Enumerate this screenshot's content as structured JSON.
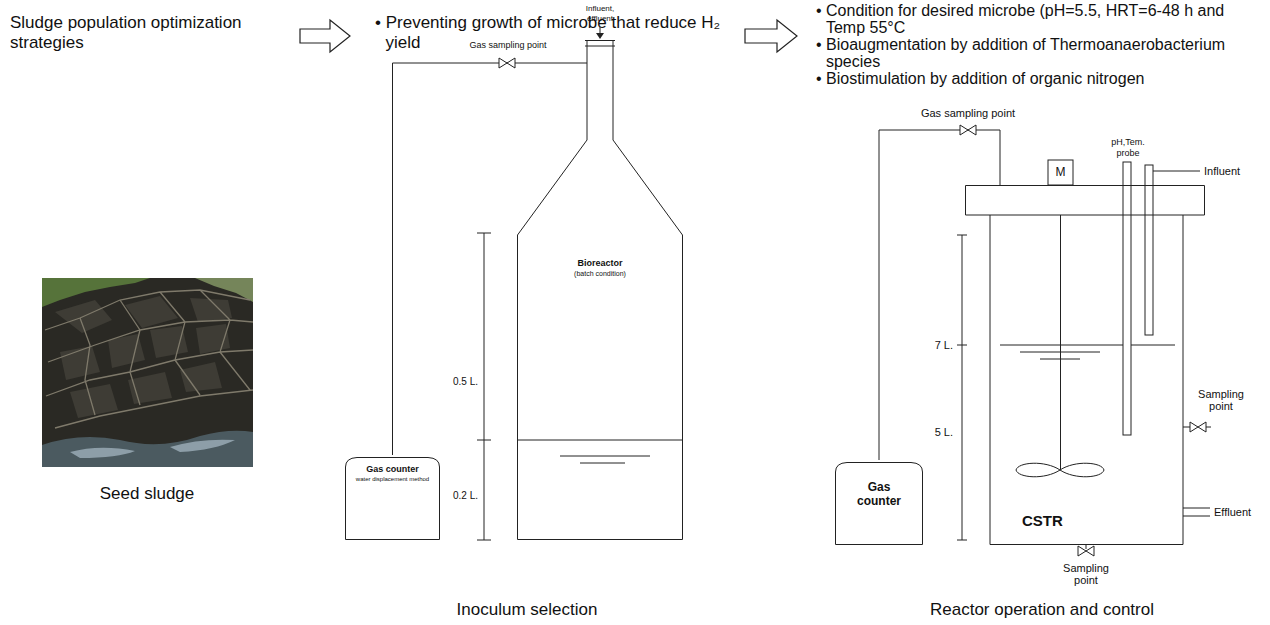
{
  "diagram": {
    "nodes": [
      {
        "text": [
          "Gas counter",
          "water displacement method"
        ]
      },
      {
        "text": [
          "Bioreactor",
          "(batch condition)"
        ]
      },
      {
        "text": [
          "Gas counter"
        ]
      },
      {
        "text": [
          "CSTR"
        ]
      }
    ],
    "edges": [
      {
        "from": 1,
        "to": 0,
        "arrow": "none"
      },
      {
        "from": 3,
        "to": 2,
        "arrow": "none"
      }
    ],
    "labels": [
      "Sludge population optimization strategies",
      "• Preventing growth of microbe that reduce H₂ yield",
      "• Condition for desired microbe (pH=5.5, HRT=6-48 h and Temp 55°C",
      "• Bioaugmentation by addition of Thermoanaerobacterium species",
      "• Biostimulation by addition of organic nitrogen",
      "Seed sludge",
      "Inoculum selection",
      "Reactor operation and control",
      "Gas sampling point",
      "Influent, effluent",
      "0.5 L.",
      "0.2 L.",
      "Gas sampling point",
      "pH,Tem. probe",
      "M",
      "Influent",
      "7 L.",
      "5 L.",
      "Sampling point",
      "Effluent",
      "Sampling point"
    ]
  }
}
